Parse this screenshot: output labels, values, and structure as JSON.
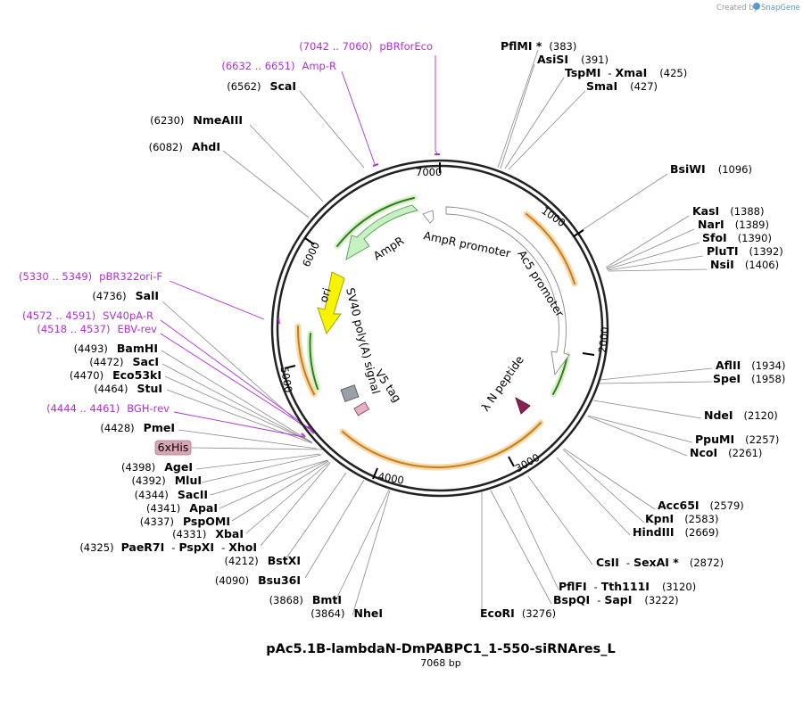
{
  "credit": {
    "prefix": "Created by",
    "brand": "SnapGene"
  },
  "title": "pAc5.1B-lambdaN-DmPABPC1_1-550-siRNAres_L",
  "length_label": "7068 bp",
  "ticks": [
    "7000",
    "1000",
    "2000",
    "3000",
    "4000",
    "5000",
    "6000"
  ],
  "features": {
    "ampr": "AmpR",
    "ampr_promoter": "AmpR promoter",
    "ac5_promoter": "Ac5 promoter",
    "ori": "ori",
    "sv40": "SV40 poly(A) signal",
    "v5": "V5 tag",
    "lambda_n": "λ N peptide",
    "his": "6xHis"
  },
  "sites": [
    {
      "name": "PflMI *",
      "pos": "(383)"
    },
    {
      "name": "AsiSI",
      "pos": "(391)"
    },
    {
      "name": "TspMI",
      "sep": "-",
      "name2": "XmaI",
      "pos": "(425)"
    },
    {
      "name": "SmaI",
      "pos": "(427)"
    },
    {
      "name": "BsiWI",
      "pos": "(1096)"
    },
    {
      "name": "KasI",
      "pos": "(1388)"
    },
    {
      "name": "NarI",
      "pos": "(1389)"
    },
    {
      "name": "SfoI",
      "pos": "(1390)"
    },
    {
      "name": "PluTI",
      "pos": "(1392)"
    },
    {
      "name": "NsiI",
      "pos": "(1406)"
    },
    {
      "name": "AflII",
      "pos": "(1934)"
    },
    {
      "name": "SpeI",
      "pos": "(1958)"
    },
    {
      "name": "NdeI",
      "pos": "(2120)"
    },
    {
      "name": "PpuMI",
      "pos": "(2257)"
    },
    {
      "name": "NcoI",
      "pos": "(2261)"
    },
    {
      "name": "Acc65I",
      "pos": "(2579)"
    },
    {
      "name": "KpnI",
      "pos": "(2583)"
    },
    {
      "name": "HindIII",
      "pos": "(2669)"
    },
    {
      "name": "CsII",
      "sep": "-",
      "name2": "SexAI *",
      "pos": "(2872)"
    },
    {
      "name": "PflFI",
      "sep": "-",
      "name2": "Tth111I",
      "pos": "(3120)"
    },
    {
      "name": "BspQI",
      "sep": "-",
      "name2": "SapI",
      "pos": "(3222)"
    },
    {
      "name": "EcoRI",
      "pos": "(3276)"
    },
    {
      "name": "NheI",
      "pos": "(3864)"
    },
    {
      "name": "BmtI",
      "pos": "(3868)"
    },
    {
      "name": "Bsu36I",
      "pos": "(4090)"
    },
    {
      "name": "BstXI",
      "pos": "(4212)"
    },
    {
      "name": "PaeR7I",
      "sep": "-",
      "name2": "PspXI",
      "sep2": "-",
      "name3": "XhoI",
      "pos": "(4325)"
    },
    {
      "name": "XbaI",
      "pos": "(4331)"
    },
    {
      "name": "PspOMI",
      "pos": "(4337)"
    },
    {
      "name": "ApaI",
      "pos": "(4341)"
    },
    {
      "name": "SacII",
      "pos": "(4344)"
    },
    {
      "name": "MluI",
      "pos": "(4392)"
    },
    {
      "name": "AgeI",
      "pos": "(4398)"
    },
    {
      "name": "PmeI",
      "pos": "(4428)"
    },
    {
      "name": "StuI",
      "pos": "(4464)"
    },
    {
      "name": "Eco53kI",
      "pos": "(4470)"
    },
    {
      "name": "SacI",
      "pos": "(4472)"
    },
    {
      "name": "BamHI",
      "pos": "(4493)"
    },
    {
      "name": "SalI",
      "pos": "(4736)"
    },
    {
      "name": "AhdI",
      "pos": "(6082)"
    },
    {
      "name": "NmeAIII",
      "pos": "(6230)"
    },
    {
      "name": "ScaI",
      "pos": "(6562)"
    }
  ],
  "primers": [
    {
      "range": "(7042 .. 7060)",
      "name": "pBRforEco"
    },
    {
      "range": "(6632 .. 6651)",
      "name": "Amp-R"
    },
    {
      "range": "(5330 .. 5349)",
      "name": "pBR322ori-F"
    },
    {
      "range": "(4572 .. 4591)",
      "name": "SV40pA-R"
    },
    {
      "range": "(4518 .. 4537)",
      "name": "EBV-rev"
    },
    {
      "range": "(4444 .. 4461)",
      "name": "BGH-rev"
    }
  ]
}
